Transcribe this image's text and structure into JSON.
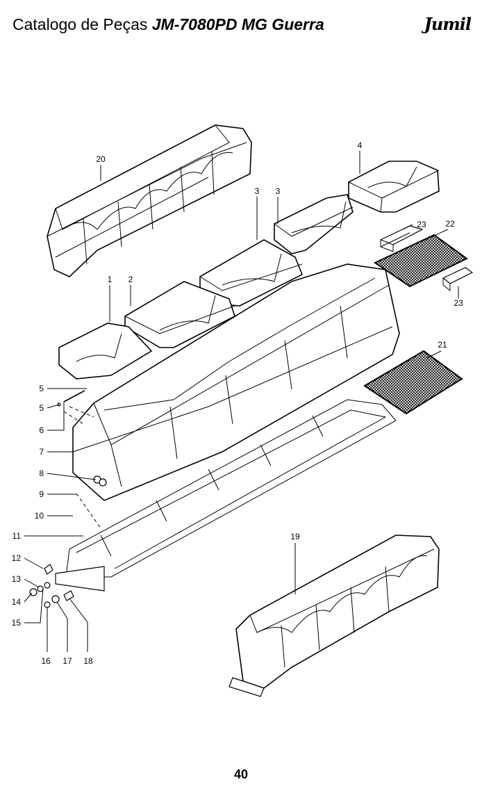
{
  "header": {
    "title_prefix": "Catalogo de Peças ",
    "title_model": "JM-7080PD MG Guerra",
    "brand": "Jumil"
  },
  "callouts": {
    "c1": "1",
    "c2": "2",
    "c3a": "3",
    "c3b": "3",
    "c4": "4",
    "c5a": "5",
    "c5b": "5",
    "c6": "6",
    "c7": "7",
    "c8": "8",
    "c9": "9",
    "c10": "10",
    "c11": "11",
    "c12": "12",
    "c13": "13",
    "c14": "14",
    "c15": "15",
    "c16": "16",
    "c17": "17",
    "c18": "18",
    "c19": "19",
    "c20": "20",
    "c21": "21",
    "c22": "22",
    "c23a": "23",
    "c23b": "23"
  },
  "page_number": "40"
}
